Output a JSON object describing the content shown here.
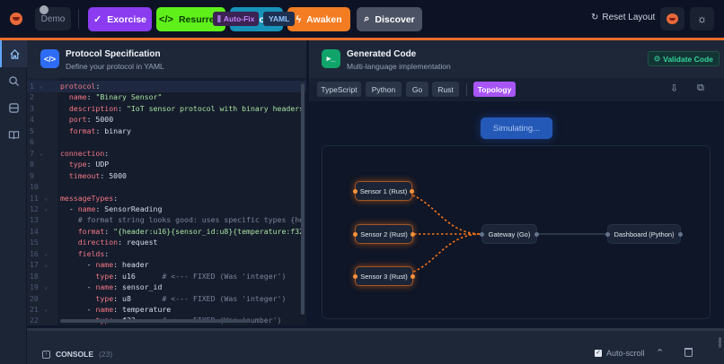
{
  "topbar": {
    "demo_label": "Demo",
    "buttons": [
      {
        "label": "Exorcise",
        "icon": "check-circle-icon",
        "glyph": "✓",
        "color": "#8b3cf0"
      },
      {
        "label": "Resurrect",
        "icon": "code-icon",
        "glyph": "</>",
        "color": "#5ff01a"
      },
      {
        "label": "Docs",
        "icon": "document-icon",
        "glyph": "▤",
        "color": "#1792b8"
      },
      {
        "label": "Awaken",
        "icon": "lightning-icon",
        "glyph": "ϟ",
        "color": "#f47c22"
      },
      {
        "label": "Discover",
        "icon": "search-icon",
        "glyph": "⌕",
        "color": "#4a5263"
      }
    ],
    "reset_layout": "Reset Layout",
    "accent_line_color": "#ea6d2a"
  },
  "sidebar": {
    "items": [
      {
        "name": "home",
        "glyph": "⌂",
        "active": true
      },
      {
        "name": "search",
        "glyph": "⌕",
        "active": false
      },
      {
        "name": "database",
        "glyph": "☰",
        "active": false
      },
      {
        "name": "book",
        "glyph": "⊞",
        "active": false
      }
    ]
  },
  "spec_panel": {
    "title": "Protocol Specification",
    "subtitle": "Define your protocol in YAML",
    "icon_glyph": "</>",
    "autofix_label": "Auto-Fix",
    "format_badge": "YAML"
  },
  "editor": {
    "lines": [
      {
        "n": "1",
        "fold": true,
        "html": "<span class='k'>protocol</span><span class='n'>:</span>"
      },
      {
        "n": "2",
        "fold": false,
        "html": "  <span class='k'>name</span><span class='n'>: </span><span class='s'>\"Binary Sensor\"</span>"
      },
      {
        "n": "3",
        "fold": false,
        "html": "  <span class='k'>description</span><span class='n'>: </span><span class='s'>\"IoT sensor protocol with binary headers</span>"
      },
      {
        "n": "4",
        "fold": false,
        "html": "  <span class='k'>port</span><span class='n'>: 5000</span>"
      },
      {
        "n": "5",
        "fold": false,
        "html": "  <span class='k'>format</span><span class='n'>: binary</span>"
      },
      {
        "n": "6",
        "fold": false,
        "html": ""
      },
      {
        "n": "7",
        "fold": true,
        "html": "<span class='k'>connection</span><span class='n'>:</span>"
      },
      {
        "n": "8",
        "fold": false,
        "html": "  <span class='k'>type</span><span class='n'>: UDP</span>"
      },
      {
        "n": "9",
        "fold": false,
        "html": "  <span class='k'>timeout</span><span class='n'>: 5000</span>"
      },
      {
        "n": "10",
        "fold": false,
        "html": ""
      },
      {
        "n": "11",
        "fold": true,
        "html": "<span class='k'>messageTypes</span><span class='n'>:</span>"
      },
      {
        "n": "12",
        "fold": true,
        "html": "  <span class='n'>- </span><span class='k'>name</span><span class='n'>: SensorReading</span>"
      },
      {
        "n": "13",
        "fold": false,
        "html": "    <span class='c'># format string looks good: uses specific types {he</span>"
      },
      {
        "n": "14",
        "fold": false,
        "html": "    <span class='k'>format</span><span class='n'>: </span><span class='s'>\"{header:u16}{sensor_id:u8}{temperature:f32</span>"
      },
      {
        "n": "15",
        "fold": false,
        "html": "    <span class='k'>direction</span><span class='n'>: request</span>"
      },
      {
        "n": "16",
        "fold": true,
        "html": "    <span class='k'>fields</span><span class='n'>:</span>"
      },
      {
        "n": "17",
        "fold": true,
        "html": "      <span class='n'>- </span><span class='k'>name</span><span class='n'>: header</span>"
      },
      {
        "n": "18",
        "fold": false,
        "html": "        <span class='k'>type</span><span class='n'>: u16      </span><span class='c'># &lt;--- FIXED (Was 'integer')</span>"
      },
      {
        "n": "19",
        "fold": true,
        "html": "      <span class='n'>- </span><span class='k'>name</span><span class='n'>: sensor_id</span>"
      },
      {
        "n": "20",
        "fold": false,
        "html": "        <span class='k'>type</span><span class='n'>: u8       </span><span class='c'># &lt;--- FIXED (Was 'integer')</span>"
      },
      {
        "n": "21",
        "fold": true,
        "html": "      <span class='n'>- </span><span class='k'>name</span><span class='n'>: temperature</span>"
      },
      {
        "n": "22",
        "fold": false,
        "html": "        <span class='k'>type</span><span class='n'>: f32      </span><span class='c'># &lt;--- FIXED (Was 'number')</span>"
      }
    ]
  },
  "code_panel": {
    "title": "Generated Code",
    "subtitle": "Multi-language implementation",
    "icon_glyph": "▸_",
    "validate_label": "Validate Code",
    "tabs": [
      {
        "label": "TypeScript",
        "active": false
      },
      {
        "label": "Python",
        "active": false
      },
      {
        "label": "Go",
        "active": false
      },
      {
        "label": "Rust",
        "active": false
      },
      {
        "label": "Topology",
        "active": true
      }
    ],
    "simulating_label": "Simulating..."
  },
  "topology": {
    "nodes": [
      {
        "id": "s1",
        "label": "Sensor 1 (Rust)",
        "active": true
      },
      {
        "id": "s2",
        "label": "Sensor 2 (Rust)",
        "active": true
      },
      {
        "id": "s3",
        "label": "Sensor 3 (Rust)",
        "active": true
      },
      {
        "id": "gw",
        "label": "Gateway (Go)",
        "active": false
      },
      {
        "id": "db",
        "label": "Dashboard (Python)",
        "active": false
      }
    ],
    "edges": [
      [
        "s1",
        "gw"
      ],
      [
        "s2",
        "gw"
      ],
      [
        "s3",
        "gw"
      ],
      [
        "gw",
        "db"
      ]
    ]
  },
  "console": {
    "title": "CONSOLE",
    "count": "(23)",
    "autoscroll_label": "Auto-scroll",
    "autoscroll_checked": true
  }
}
